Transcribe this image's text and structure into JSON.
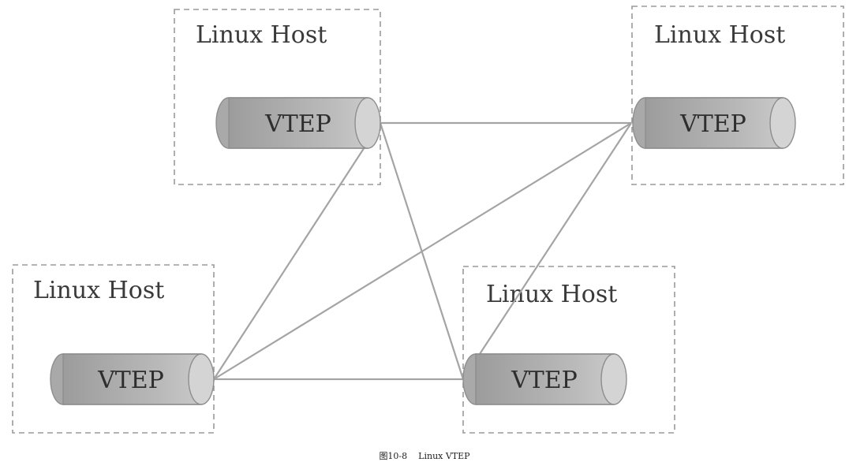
{
  "diagram": {
    "hosts": [
      {
        "label": "Linux Host",
        "vtep": "VTEP"
      },
      {
        "label": "Linux Host",
        "vtep": "VTEP"
      },
      {
        "label": "Linux Host",
        "vtep": "VTEP"
      },
      {
        "label": "Linux Host",
        "vtep": "VTEP"
      }
    ],
    "connections": [
      [
        "host-1",
        "host-2"
      ],
      [
        "host-1",
        "host-3"
      ],
      [
        "host-1",
        "host-4"
      ],
      [
        "host-2",
        "host-3"
      ],
      [
        "host-2",
        "host-4"
      ],
      [
        "host-3",
        "host-4"
      ]
    ]
  },
  "caption": {
    "figure_number": "图10-8",
    "title": "Linux VTEP"
  }
}
